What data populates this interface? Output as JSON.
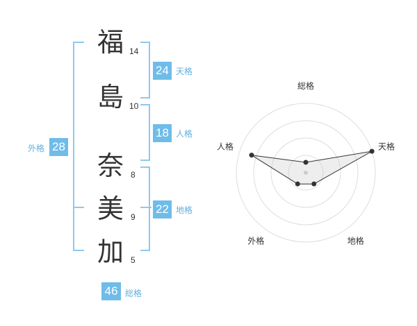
{
  "name": {
    "chars": [
      {
        "char": "福",
        "strokes": "14"
      },
      {
        "char": "島",
        "strokes": "10"
      },
      {
        "char": "奈",
        "strokes": "8"
      },
      {
        "char": "美",
        "strokes": "9"
      },
      {
        "char": "加",
        "strokes": "5"
      }
    ]
  },
  "fortune": {
    "tenkaku": {
      "label": "天格",
      "value": "24"
    },
    "jinkaku": {
      "label": "人格",
      "value": "18"
    },
    "chikaku": {
      "label": "地格",
      "value": "22"
    },
    "gaikaku": {
      "label": "外格",
      "value": "28"
    },
    "soukaku": {
      "label": "総格",
      "value": "46"
    }
  },
  "colors": {
    "accent": "#6fbce9",
    "bracket": "#8fc8ec",
    "text": "#333333"
  },
  "chart_data": {
    "type": "radar",
    "axes": [
      "総格",
      "天格",
      "地格",
      "外格",
      "人格"
    ],
    "values": [
      0.15,
      1.0,
      0.2,
      0.2,
      0.82
    ],
    "rings": 4
  }
}
